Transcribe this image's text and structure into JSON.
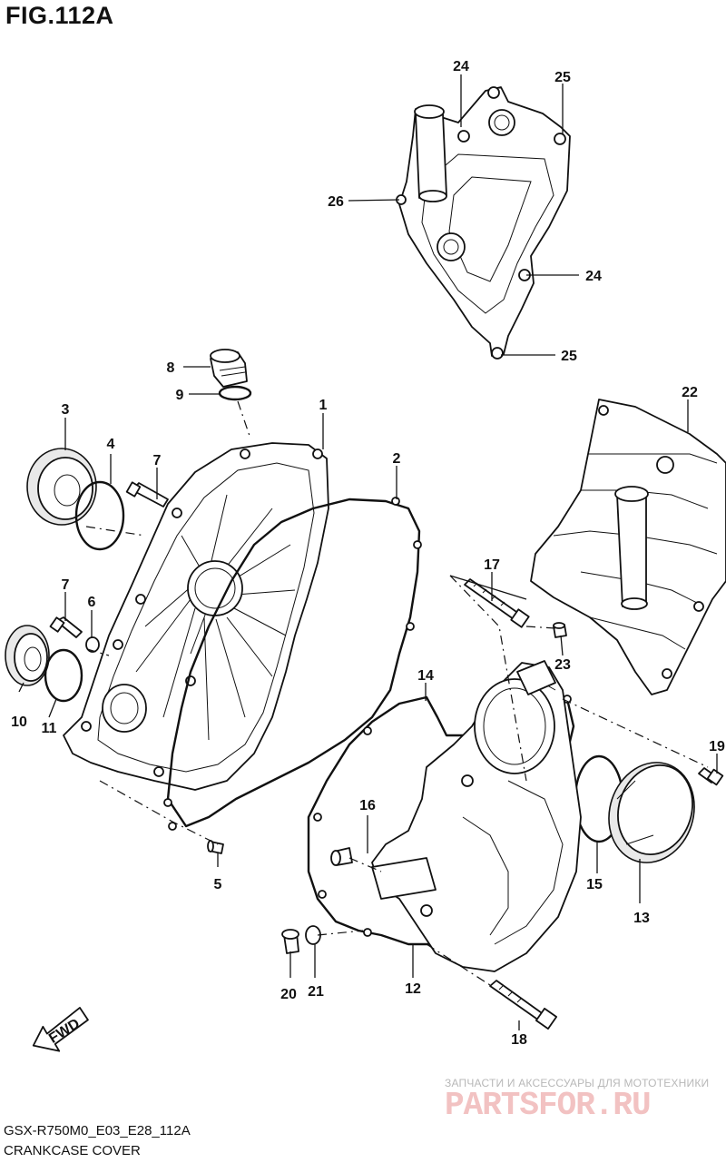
{
  "figure": {
    "title": "FIG.112A",
    "model_code": "GSX-R750M0_E03_E28_112A",
    "name": "CRANKCASE COVER"
  },
  "fwd_label": "FWD",
  "watermark": {
    "caption": "ЗАПЧАСТИ И АКСЕССУАРЫ ДЛЯ МОТОТЕХНИКИ",
    "logo": "PARTSFOR.RU"
  },
  "callouts": {
    "c1": "1",
    "c2": "2",
    "c3": "3",
    "c4": "4",
    "c5": "5",
    "c6": "6",
    "c7a": "7",
    "c7b": "7",
    "c8": "8",
    "c9": "9",
    "c10": "10",
    "c11": "11",
    "c12": "12",
    "c13": "13",
    "c14": "14",
    "c15": "15",
    "c16": "16",
    "c17": "17",
    "c18": "18",
    "c19": "19",
    "c20": "20",
    "c21": "21",
    "c22": "22",
    "c23": "23",
    "c24a": "24",
    "c24b": "24",
    "c25a": "25",
    "c25b": "25",
    "c26": "26"
  }
}
